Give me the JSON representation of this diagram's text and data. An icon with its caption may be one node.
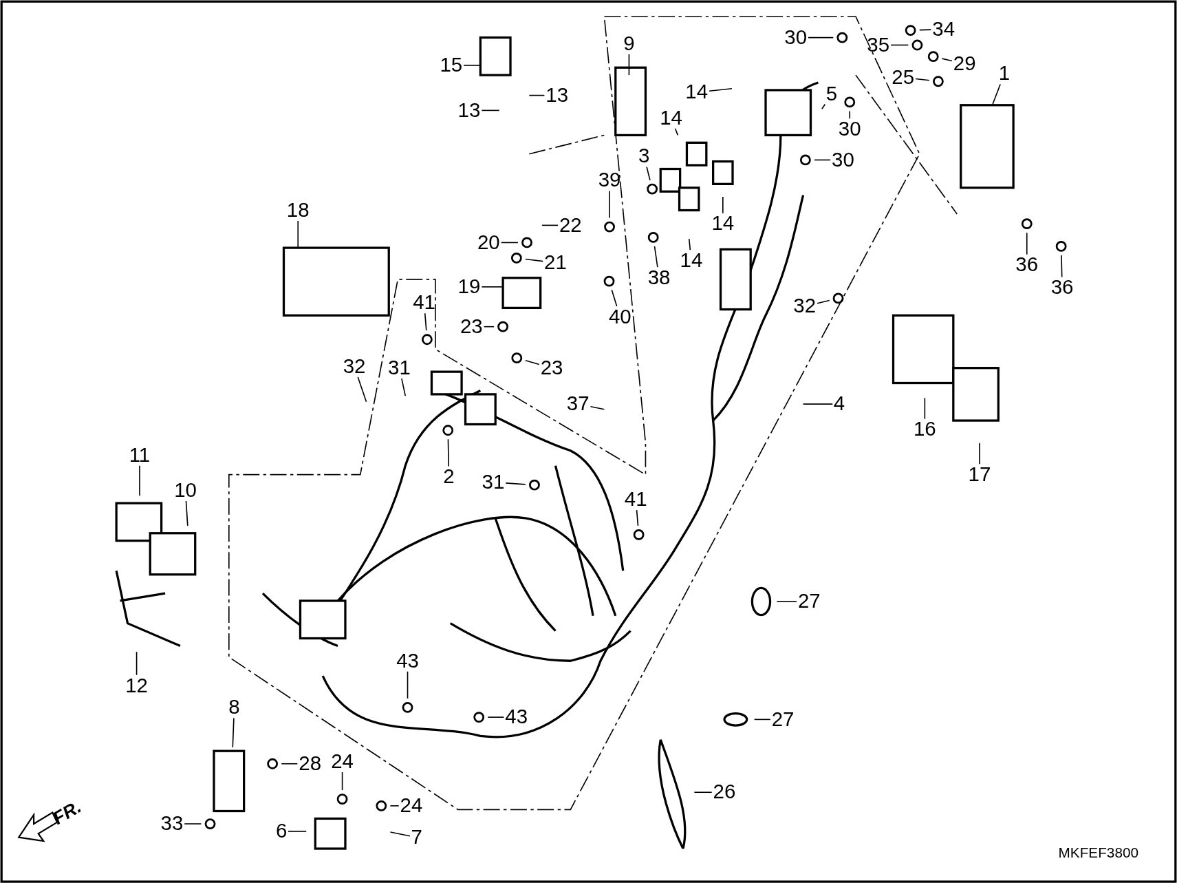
{
  "diagram": {
    "nodes": [
      {
        "text": [
          "1"
        ]
      },
      {
        "text": [
          "2"
        ]
      },
      {
        "text": [
          "3"
        ]
      },
      {
        "text": [
          "4"
        ]
      },
      {
        "text": [
          "5"
        ]
      },
      {
        "text": [
          "6"
        ]
      },
      {
        "text": [
          "7"
        ]
      },
      {
        "text": [
          "8"
        ]
      },
      {
        "text": [
          "9"
        ]
      },
      {
        "text": [
          "10"
        ]
      },
      {
        "text": [
          "11"
        ]
      },
      {
        "text": [
          "12"
        ]
      },
      {
        "text": [
          "13"
        ]
      },
      {
        "text": [
          "13"
        ]
      },
      {
        "text": [
          "14"
        ]
      },
      {
        "text": [
          "14"
        ]
      },
      {
        "text": [
          "14"
        ]
      },
      {
        "text": [
          "14"
        ]
      },
      {
        "text": [
          "15"
        ]
      },
      {
        "text": [
          "16"
        ]
      },
      {
        "text": [
          "17"
        ]
      },
      {
        "text": [
          "18"
        ]
      },
      {
        "text": [
          "19"
        ]
      },
      {
        "text": [
          "20"
        ]
      },
      {
        "text": [
          "21"
        ]
      },
      {
        "text": [
          "22"
        ]
      },
      {
        "text": [
          "23"
        ]
      },
      {
        "text": [
          "23"
        ]
      },
      {
        "text": [
          "24"
        ]
      },
      {
        "text": [
          "24"
        ]
      },
      {
        "text": [
          "25"
        ]
      },
      {
        "text": [
          "26"
        ]
      },
      {
        "text": [
          "27"
        ]
      },
      {
        "text": [
          "27"
        ]
      },
      {
        "text": [
          "28"
        ]
      },
      {
        "text": [
          "29"
        ]
      },
      {
        "text": [
          "30"
        ]
      },
      {
        "text": [
          "30"
        ]
      },
      {
        "text": [
          "30"
        ]
      },
      {
        "text": [
          "31"
        ]
      },
      {
        "text": [
          "31"
        ]
      },
      {
        "text": [
          "32"
        ]
      },
      {
        "text": [
          "32"
        ]
      },
      {
        "text": [
          "33"
        ]
      },
      {
        "text": [
          "34"
        ]
      },
      {
        "text": [
          "35"
        ]
      },
      {
        "text": [
          "36"
        ]
      },
      {
        "text": [
          "36"
        ]
      },
      {
        "text": [
          "37"
        ]
      },
      {
        "text": [
          "38"
        ]
      },
      {
        "text": [
          "39"
        ]
      },
      {
        "text": [
          "40"
        ]
      },
      {
        "text": [
          "41"
        ]
      },
      {
        "text": [
          "41"
        ]
      },
      {
        "text": [
          "43"
        ]
      },
      {
        "text": [
          "43"
        ]
      }
    ],
    "edges": [
      {
        "from": 0,
        "to": null,
        "arrow": "none"
      },
      {
        "from": 1,
        "to": null,
        "arrow": "none"
      },
      {
        "from": 2,
        "to": null,
        "arrow": "none"
      },
      {
        "from": 3,
        "to": null,
        "arrow": "none"
      },
      {
        "from": 4,
        "to": null,
        "arrow": "none"
      },
      {
        "from": 5,
        "to": null,
        "arrow": "none"
      },
      {
        "from": 6,
        "to": null,
        "arrow": "none"
      },
      {
        "from": 7,
        "to": null,
        "arrow": "none"
      },
      {
        "from": 8,
        "to": null,
        "arrow": "none"
      },
      {
        "from": 9,
        "to": null,
        "arrow": "none"
      },
      {
        "from": 10,
        "to": null,
        "arrow": "none"
      },
      {
        "from": 11,
        "to": null,
        "arrow": "none"
      },
      {
        "from": 12,
        "to": null,
        "arrow": "none"
      },
      {
        "from": 13,
        "to": null,
        "arrow": "none"
      },
      {
        "from": 14,
        "to": null,
        "arrow": "none"
      },
      {
        "from": 15,
        "to": null,
        "arrow": "none"
      },
      {
        "from": 16,
        "to": null,
        "arrow": "none"
      },
      {
        "from": 17,
        "to": null,
        "arrow": "none"
      },
      {
        "from": 18,
        "to": null,
        "arrow": "none"
      },
      {
        "from": 19,
        "to": null,
        "arrow": "none"
      },
      {
        "from": 20,
        "to": null,
        "arrow": "none"
      },
      {
        "from": 21,
        "to": null,
        "arrow": "none"
      },
      {
        "from": 22,
        "to": null,
        "arrow": "none"
      },
      {
        "from": 23,
        "to": null,
        "arrow": "none"
      },
      {
        "from": 24,
        "to": null,
        "arrow": "none"
      },
      {
        "from": 25,
        "to": null,
        "arrow": "none"
      },
      {
        "from": 26,
        "to": null,
        "arrow": "none"
      },
      {
        "from": 27,
        "to": null,
        "arrow": "none"
      },
      {
        "from": 28,
        "to": null,
        "arrow": "none"
      },
      {
        "from": 29,
        "to": null,
        "arrow": "none"
      },
      {
        "from": 30,
        "to": null,
        "arrow": "none"
      },
      {
        "from": 31,
        "to": null,
        "arrow": "none"
      },
      {
        "from": 32,
        "to": null,
        "arrow": "none"
      },
      {
        "from": 33,
        "to": null,
        "arrow": "none"
      },
      {
        "from": 34,
        "to": null,
        "arrow": "none"
      },
      {
        "from": 35,
        "to": null,
        "arrow": "none"
      },
      {
        "from": 36,
        "to": null,
        "arrow": "none"
      },
      {
        "from": 37,
        "to": null,
        "arrow": "none"
      },
      {
        "from": 38,
        "to": null,
        "arrow": "none"
      },
      {
        "from": 39,
        "to": null,
        "arrow": "none"
      },
      {
        "from": 40,
        "to": null,
        "arrow": "none"
      },
      {
        "from": 41,
        "to": null,
        "arrow": "none"
      },
      {
        "from": 42,
        "to": null,
        "arrow": "none"
      },
      {
        "from": 43,
        "to": null,
        "arrow": "none"
      },
      {
        "from": 44,
        "to": null,
        "arrow": "none"
      },
      {
        "from": 45,
        "to": null,
        "arrow": "none"
      },
      {
        "from": 46,
        "to": null,
        "arrow": "none"
      },
      {
        "from": 47,
        "to": null,
        "arrow": "none"
      },
      {
        "from": 48,
        "to": null,
        "arrow": "none"
      },
      {
        "from": 49,
        "to": null,
        "arrow": "none"
      },
      {
        "from": 50,
        "to": null,
        "arrow": "none"
      },
      {
        "from": 51,
        "to": null,
        "arrow": "none"
      },
      {
        "from": 52,
        "to": null,
        "arrow": "none"
      },
      {
        "from": 53,
        "to": null,
        "arrow": "none"
      },
      {
        "from": 54,
        "to": null,
        "arrow": "none"
      },
      {
        "from": 55,
        "to": null,
        "arrow": "none"
      }
    ],
    "labels": [
      "FR.",
      "MKFEF3800"
    ]
  }
}
